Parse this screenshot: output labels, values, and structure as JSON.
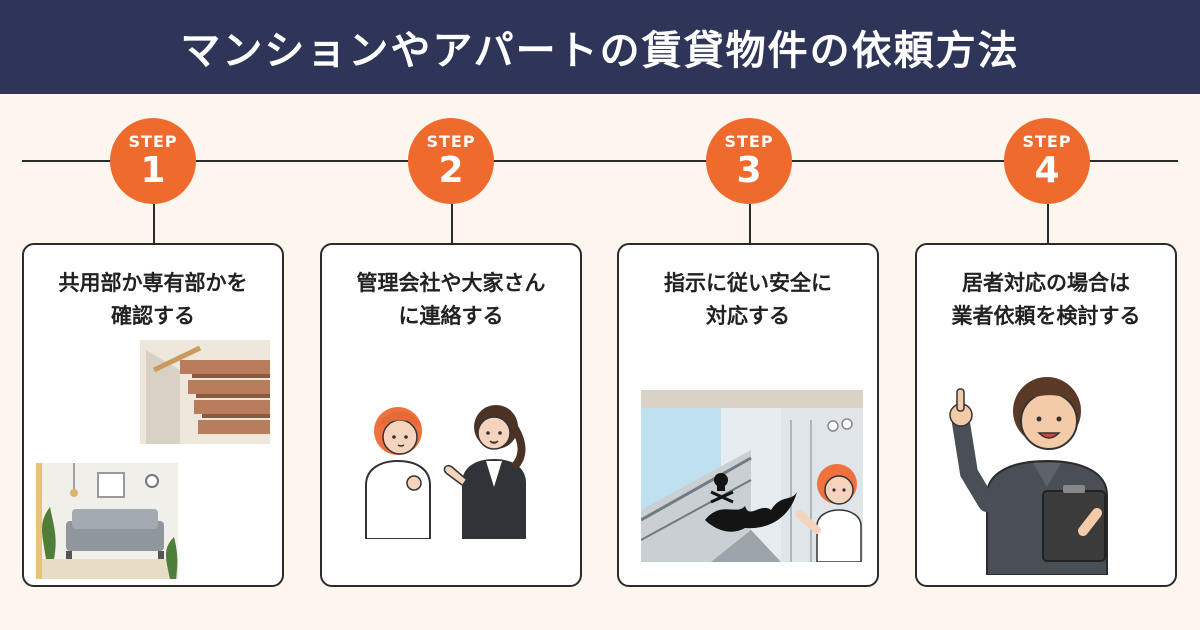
{
  "header": {
    "title": "マンションやアパートの賃貸物件の依頼方法"
  },
  "colors": {
    "header_bg": "#2e3558",
    "accent": "#ef6a2d",
    "background": "#fdf6ef"
  },
  "steps": [
    {
      "label": "STEP",
      "number": "1",
      "title_line1": "共用部か専有部かを",
      "title_line2": "確認する",
      "illustration": "stairs-and-living-room"
    },
    {
      "label": "STEP",
      "number": "2",
      "title_line1": "管理会社や大家さん",
      "title_line2": "に連絡する",
      "illustration": "two-women-talking"
    },
    {
      "label": "STEP",
      "number": "3",
      "title_line1": "指示に従い安全に",
      "title_line2": "対応する",
      "illustration": "bat-on-balcony"
    },
    {
      "label": "STEP",
      "number": "4",
      "title_line1": "居者対応の場合は",
      "title_line2": "業者依頼を検討する",
      "illustration": "pointing-worker"
    }
  ]
}
